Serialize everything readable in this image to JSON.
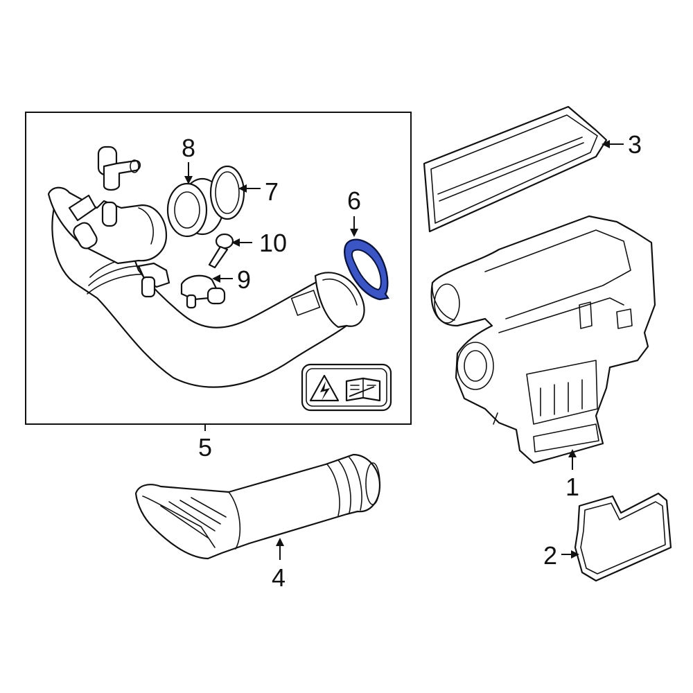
{
  "callouts": [
    {
      "id": "1",
      "label": "1"
    },
    {
      "id": "2",
      "label": "2"
    },
    {
      "id": "3",
      "label": "3"
    },
    {
      "id": "4",
      "label": "4"
    },
    {
      "id": "5",
      "label": "5"
    },
    {
      "id": "6",
      "label": "6"
    },
    {
      "id": "7",
      "label": "7"
    },
    {
      "id": "8",
      "label": "8"
    },
    {
      "id": "9",
      "label": "9"
    },
    {
      "id": "10",
      "label": "10"
    }
  ],
  "highlighted_part": "6",
  "colors": {
    "highlight_fill": "#3b55c4",
    "highlight_stroke": "#0a1440",
    "line": "#111111",
    "background": "#ffffff"
  },
  "icons": [
    "electrical-warning-icon",
    "service-manual-icon"
  ]
}
